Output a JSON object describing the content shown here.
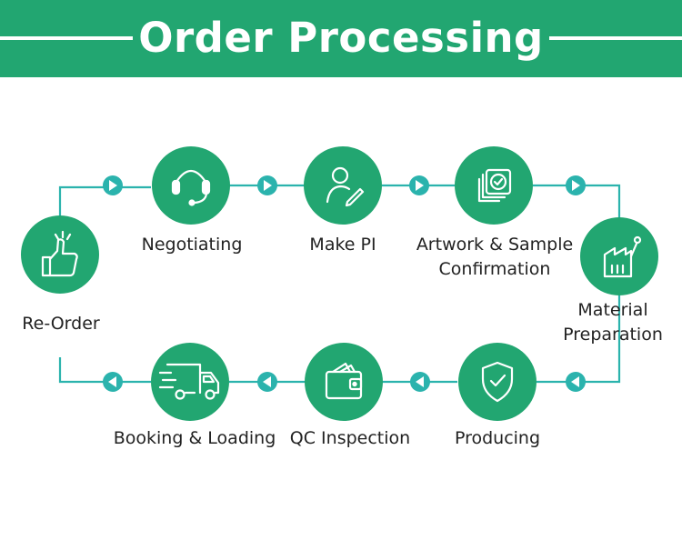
{
  "header": {
    "title": "Order Processing"
  },
  "steps": {
    "re_order": "Re-Order",
    "negotiating": "Negotiating",
    "make_pi": "Make PI",
    "artwork_line1": "Artwork & Sample",
    "artwork_line2": "Confirmation",
    "material_line1": "Material",
    "material_line2": "Preparation",
    "producing": "Producing",
    "qc_inspection": "QC Inspection",
    "booking_loading": "Booking & Loading"
  },
  "colors": {
    "brand_green": "#22a671",
    "connector_teal": "#2bb3ad",
    "text": "#222222",
    "background": "#ffffff"
  },
  "icons": {
    "re_order": "thumbs-up-icon",
    "negotiating": "headset-icon",
    "make_pi": "user-edit-icon",
    "artwork": "stacked-check-icon",
    "material": "factory-icon",
    "producing": "shield-check-icon",
    "qc_inspection": "wallet-icon",
    "booking_loading": "delivery-truck-icon"
  }
}
